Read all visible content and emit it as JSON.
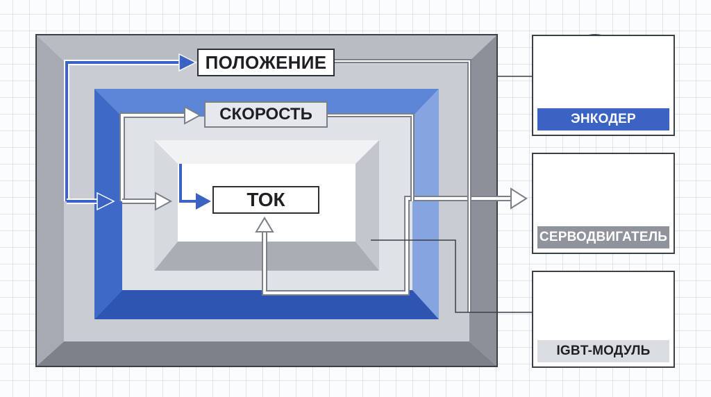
{
  "labels": {
    "position": "ПОЛОЖЕНИЕ",
    "speed": "СКОРОСТЬ",
    "current": "ТОК"
  },
  "cards": {
    "encoder": "ЭНКОДЕР",
    "servo_motor": "СЕРВОДВИГАТЕЛЬ",
    "igbt_module": "IGBT-МОДУЛЬ"
  },
  "colors": {
    "accent_blue": "#3a63c4",
    "frame_gray": "#9aa0a8",
    "inner_white": "#ffffff"
  }
}
